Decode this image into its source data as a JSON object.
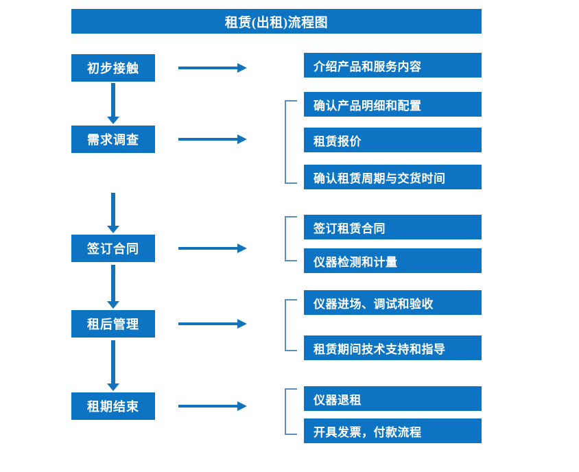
{
  "diagram": {
    "title": "租赁(出租)流程图",
    "accent_color": "#0d74c4",
    "arrow_color": "#1273bb",
    "bracket_color": "#5b8db8",
    "text_color": "#ffffff",
    "background_color": "#ffffff",
    "stages": [
      {
        "label": "初步接触"
      },
      {
        "label": "需求调查"
      },
      {
        "label": "签订合同"
      },
      {
        "label": "租后管理"
      },
      {
        "label": "租期结束"
      }
    ],
    "details": [
      {
        "label": "介绍产品和服务内容"
      },
      {
        "label": "确认产品明细和配置"
      },
      {
        "label": "租赁报价"
      },
      {
        "label": "确认租赁周期与交货时间"
      },
      {
        "label": "签订租赁合同"
      },
      {
        "label": "仪器检测和计量"
      },
      {
        "label": "仪器进场、调试和验收"
      },
      {
        "label": "租赁期间技术支持和指导"
      },
      {
        "label": "仪器退租"
      },
      {
        "label": "开具发票，付款流程"
      }
    ]
  }
}
